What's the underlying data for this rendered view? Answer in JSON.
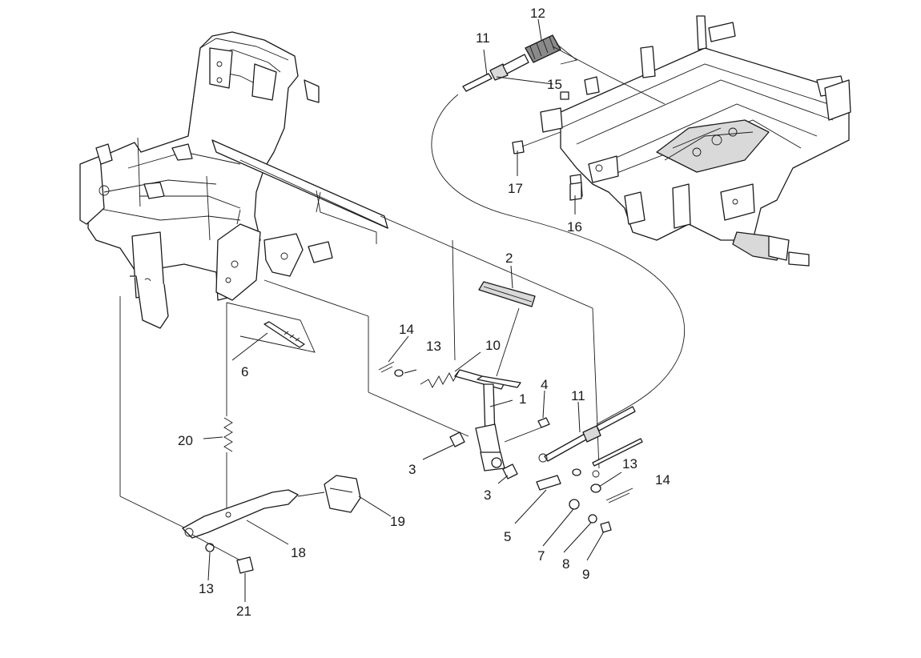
{
  "callouts": [
    "1",
    "2",
    "3",
    "3",
    "4",
    "5",
    "6",
    "7",
    "8",
    "9",
    "10",
    "11",
    "11",
    "12",
    "13",
    "13",
    "13",
    "14",
    "14",
    "15",
    "16",
    "17",
    "18",
    "19",
    "20",
    "21"
  ]
}
